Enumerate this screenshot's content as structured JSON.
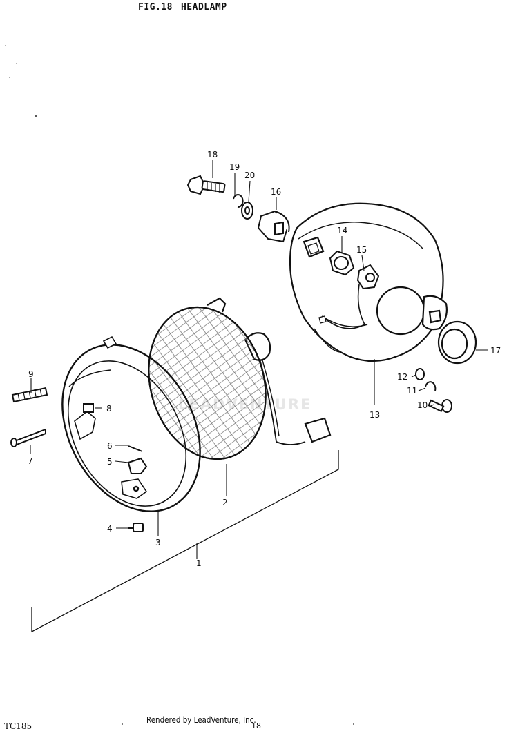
{
  "figure": {
    "number": "FIG.18",
    "title": "HEADLAMP"
  },
  "watermark": "LEADVENTURE",
  "footer": {
    "left": "TC185",
    "center": "Rendered by LeadVenture, Inc.",
    "page": "18"
  },
  "callouts": [
    {
      "id": "1",
      "part": "headlamp-assembly"
    },
    {
      "id": "2",
      "part": "headlamp-unit"
    },
    {
      "id": "3",
      "part": "headlamp-rim"
    },
    {
      "id": "4",
      "part": "screw"
    },
    {
      "id": "5",
      "part": "clip"
    },
    {
      "id": "6",
      "part": "clip-screw"
    },
    {
      "id": "7",
      "part": "adjusting-screw"
    },
    {
      "id": "8",
      "part": "nut"
    },
    {
      "id": "9",
      "part": "spring"
    },
    {
      "id": "10",
      "part": "housing-screw"
    },
    {
      "id": "11",
      "part": "lock-washer"
    },
    {
      "id": "12",
      "part": "washer"
    },
    {
      "id": "13",
      "part": "headlamp-housing"
    },
    {
      "id": "14",
      "part": "grommet"
    },
    {
      "id": "15",
      "part": "bulb-socket"
    },
    {
      "id": "16",
      "part": "cushion"
    },
    {
      "id": "17",
      "part": "grommet"
    },
    {
      "id": "18",
      "part": "mounting-bolt"
    },
    {
      "id": "19",
      "part": "lock-washer"
    },
    {
      "id": "20",
      "part": "washer"
    }
  ]
}
